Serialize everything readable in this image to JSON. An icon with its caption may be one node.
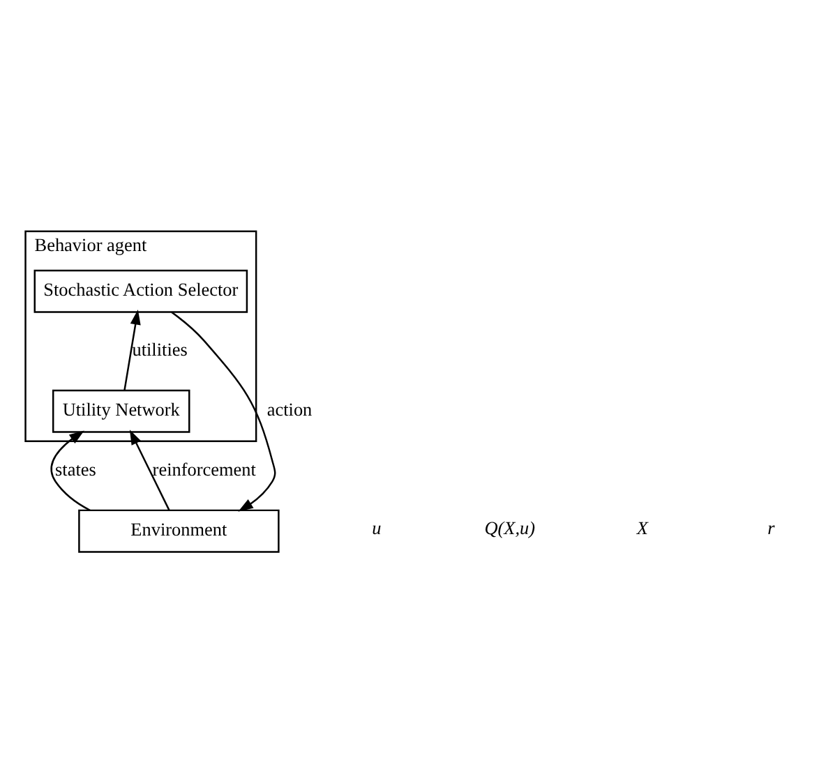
{
  "diagram": {
    "nodes": [
      {
        "text": [
          "Behavior agent"
        ]
      },
      {
        "text": [
          "Stochastic Action Selector"
        ],
        "in": 0
      },
      {
        "text": [
          "Utility Network"
        ],
        "in": 0
      },
      {
        "text": [
          "Environment"
        ]
      }
    ],
    "edges": [
      {
        "from": 1,
        "to": 3,
        "arrow": "to",
        "label": "action"
      },
      {
        "from": 2,
        "to": 1,
        "arrow": "to",
        "label": "utilities"
      },
      {
        "from": 3,
        "to": 2,
        "arrow": "to",
        "label": "states"
      },
      {
        "from": 3,
        "to": 2,
        "arrow": "to",
        "label": "reinforcement"
      }
    ],
    "labels": [
      "u",
      "Q(X,u)",
      "X",
      "r"
    ]
  }
}
